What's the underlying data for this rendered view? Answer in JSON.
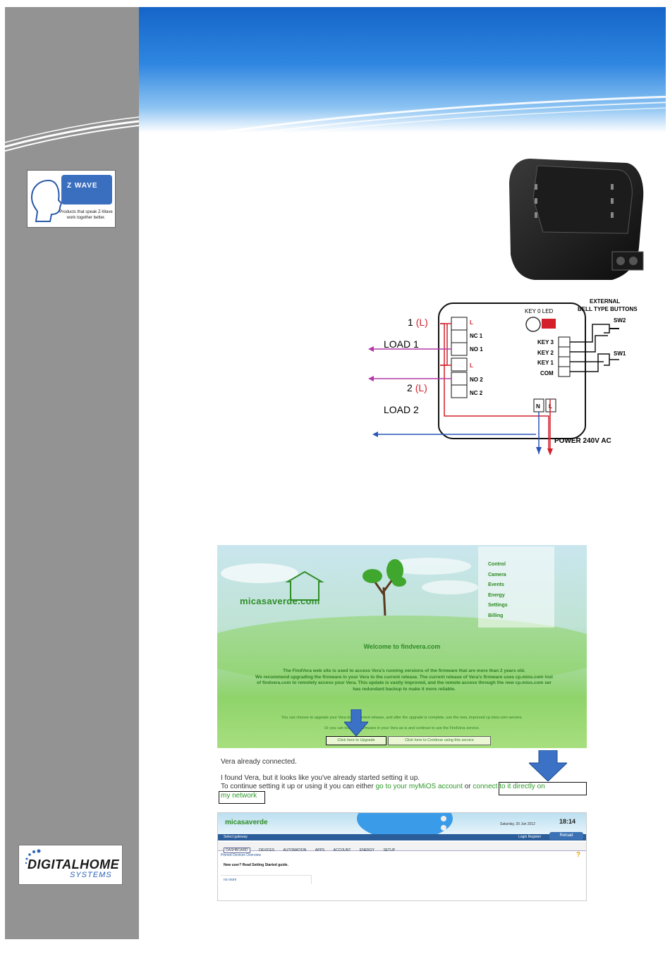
{
  "zwave_logo": {
    "brand": "Z WAVE",
    "tagline": "Products that speak Z-Wave work together better."
  },
  "dhs_logo": {
    "line1": "DIGITALHOME",
    "line2": "SYSTEMS"
  },
  "wiring": {
    "load1": "LOAD 1",
    "load2": "LOAD 2",
    "terminal1": "1",
    "terminal2": "2",
    "terminal_suffix": "(L)",
    "external_buttons": [
      "EXTERNAL",
      "BELL TYPE BUTTONS"
    ],
    "sw2": "SW2",
    "sw1": "SW1",
    "key0_led": "KEY 0  LED",
    "left_terminals": [
      "L",
      "NC 1",
      "NO 1",
      "L",
      "NO 2",
      "NC 2"
    ],
    "right_terminals": [
      "KEY 3",
      "KEY 2",
      "KEY 1",
      "COM"
    ],
    "n": "N",
    "l": "L",
    "power": "POWER 240V AC",
    "colors": {
      "line": "#d3202a",
      "neutral": "#2a56b8",
      "load": "#b23aa6"
    }
  },
  "findvera": {
    "menu": [
      "Control",
      "Camera",
      "Events",
      "Energy",
      "Settings",
      "Billing"
    ],
    "logo": "micasaverde.com",
    "welcome": "Welcome to findvera.com",
    "para_lines": [
      "The FindVera web site is used to access Vera's running versions of the firmware that are more than 2 years old.",
      "We recommend upgrading the firmware in your Vera to the current release. The current release of Vera's firmware uses cp.mios.com inst",
      "of findvera.com to remotely access your Vera. This update is vastly improved, and the remote access through the new cp.mios.com ser",
      "has redundant backup to make it more reliable."
    ],
    "p2": "You can choose to upgrade your Vera to the current release, and after the upgrade is complete, use the new, improved cp.mios.com servers.",
    "p3": "Or you can leave the firmware in your Vera as-is and continue to use the FindVera service.",
    "btn_upgrade": "Click here to Upgrade",
    "btn_continue": "Click here to Continue using this service"
  },
  "connected": {
    "line1": "Vera already connected.",
    "line2": "I found Vera, but it looks like you've already started setting it up.",
    "line3_start": "To continue setting it up or using it you can either ",
    "link1": "go to your myMiOS account",
    "or": " or ",
    "link2": "connect to it directly on",
    "link2b": "my network"
  },
  "dashboard": {
    "logo": "micasaverde",
    "date": "Saturday, 30 Jun 2012",
    "clock": "18:14",
    "gateway": "Select gateway",
    "login": "Login   Register",
    "reload": "Reload",
    "tabs": [
      "DASHBOARD",
      "DEVICES",
      "AUTOMATION",
      "APPS",
      "ACCOUNT",
      "ENERGY",
      "SETUP"
    ],
    "sub": "Pinned Devices   Overview",
    "new_user": "New user? Read Setting Started guide.",
    "rooms": "no room",
    "help": "?"
  }
}
